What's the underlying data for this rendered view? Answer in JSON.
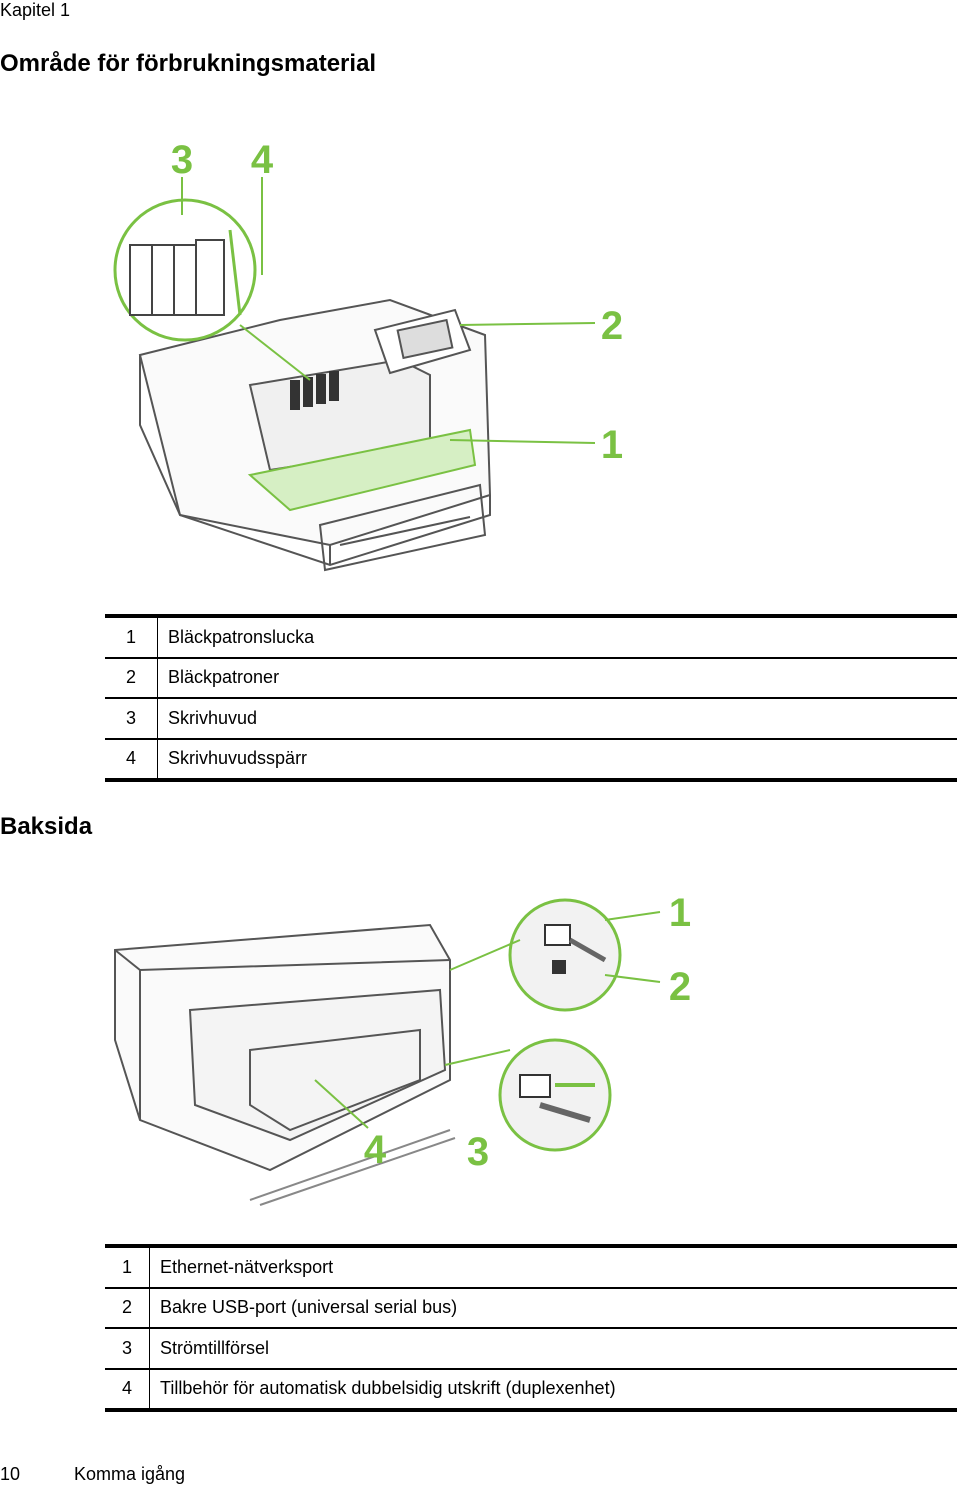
{
  "header": {
    "chapter": "Kapitel 1"
  },
  "section1": {
    "title": "Område för förbrukningsmaterial",
    "callouts": [
      "1",
      "2",
      "3",
      "4"
    ],
    "rows": [
      {
        "num": "1",
        "label": "Bläckpatronslucka"
      },
      {
        "num": "2",
        "label": "Bläckpatroner"
      },
      {
        "num": "3",
        "label": "Skrivhuvud"
      },
      {
        "num": "4",
        "label": "Skrivhuvudsspärr"
      }
    ]
  },
  "section2": {
    "title": "Baksida",
    "callouts": [
      "1",
      "2",
      "3",
      "4"
    ],
    "rows": [
      {
        "num": "1",
        "label": "Ethernet-nätverksport"
      },
      {
        "num": "2",
        "label": "Bakre USB-port (universal serial bus)"
      },
      {
        "num": "3",
        "label": "Strömtillförsel"
      },
      {
        "num": "4",
        "label": "Tillbehör för automatisk dubbelsidig utskrift (duplexenhet)"
      }
    ]
  },
  "footer": {
    "page_number": "10",
    "section": "Komma igång"
  },
  "colors": {
    "callout_green": "#7ac143",
    "highlight_green": "#d6efc4"
  }
}
